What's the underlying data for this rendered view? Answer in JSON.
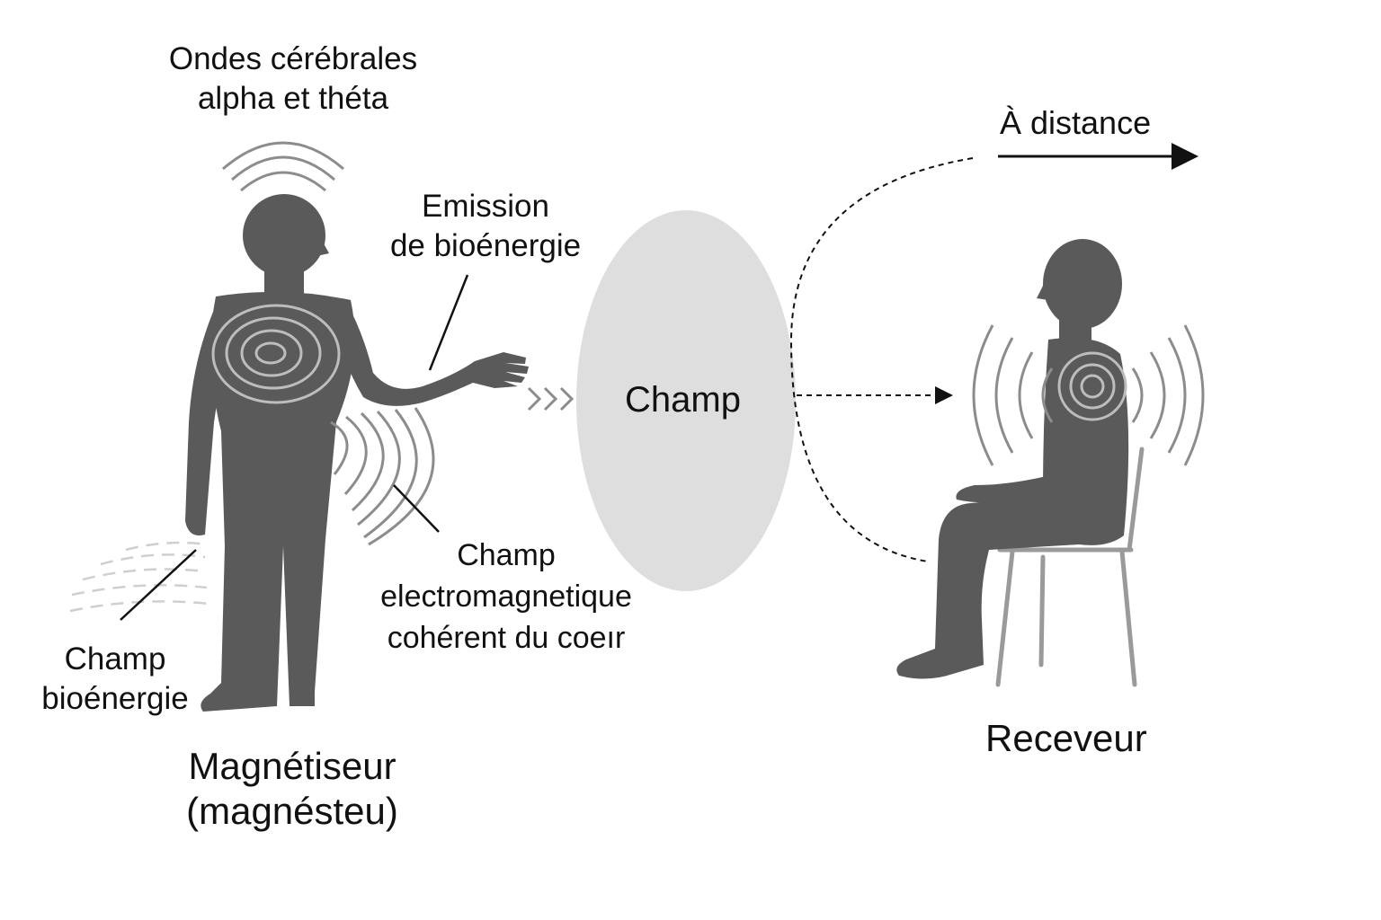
{
  "labels": {
    "brainwaves": [
      "Ondes cérébrales",
      "alpha et théta"
    ],
    "emission": [
      "Emission",
      "de bioénergie"
    ],
    "field_center": "Champ",
    "distance": "À distance",
    "em_field": [
      "Champ",
      "electromagnetique",
      "cohérent du coeır"
    ],
    "bio_field": [
      "Champ",
      "bioénergie"
    ],
    "practitioner": [
      "Magnétiseur",
      "(magnésteu)"
    ],
    "receiver": "Receveur"
  },
  "colors": {
    "figure": "#5a5a5a",
    "wave": "#8c8c8c",
    "field": "#dedede",
    "chair": "#9a9a9a",
    "line": "#111111"
  }
}
